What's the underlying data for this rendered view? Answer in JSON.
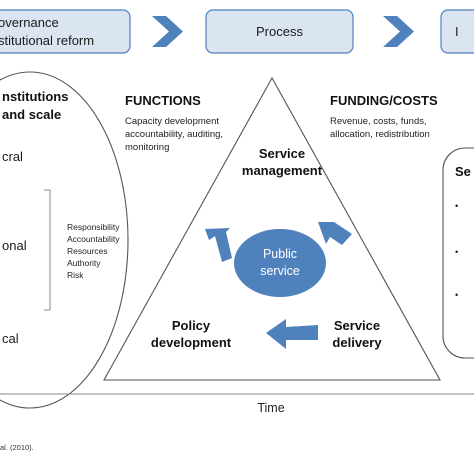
{
  "top_flow": {
    "box1": {
      "line1": "overnance",
      "line2": "stitutional reform"
    },
    "box2": {
      "label": "Process"
    },
    "box3": {
      "label": "I"
    },
    "arrow_icon": "chevron-right",
    "box_fill": "#dbe5f1",
    "box_stroke": "#4f81bd",
    "arrow_color": "#4f81bd"
  },
  "left_panel": {
    "title_line1": "nstitutions",
    "title_line2": "and scale",
    "levels": [
      "cral",
      "onal",
      "cal"
    ],
    "responsibilities": [
      "Responsibility",
      "Accountability",
      "Resources",
      "Authority",
      "Risk"
    ]
  },
  "functions": {
    "title": "FUNCTIONS",
    "lines": [
      "Capacity development",
      "accountability, auditing,",
      "monitoring"
    ]
  },
  "funding": {
    "title": "FUNDING/COSTS",
    "lines": [
      "Revenue, costs, funds,",
      "allocation, redistribution"
    ]
  },
  "triangle": {
    "top": {
      "line1": "Service",
      "line2": "management"
    },
    "left": {
      "line1": "Policy",
      "line2": "development"
    },
    "right": {
      "line1": "Service",
      "line2": "delivery"
    },
    "center": {
      "line1": "Public",
      "line2": "service"
    },
    "center_fill": "#4f81bd",
    "arrow_color": "#4f81bd"
  },
  "right_panel": {
    "title": "Se",
    "bullets": [
      "•",
      "•",
      "•"
    ]
  },
  "time_label": "Time",
  "source": "al. (2010)."
}
